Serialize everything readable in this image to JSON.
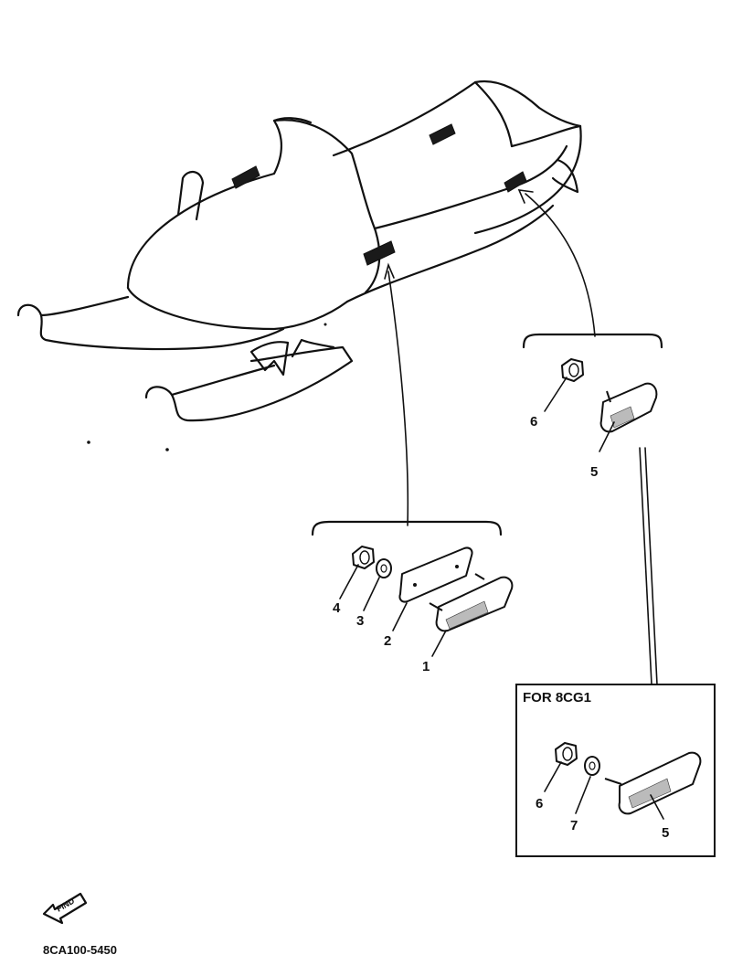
{
  "diagram": {
    "callouts": {
      "main_group": [
        "1",
        "2",
        "3",
        "4"
      ],
      "side_group": [
        "5",
        "6"
      ],
      "inset_group": [
        "6",
        "7",
        "5"
      ]
    },
    "inset_title": "FOR 8CG1",
    "find_icon_text": "FIND",
    "drawing_code": "8CA100-5450"
  }
}
